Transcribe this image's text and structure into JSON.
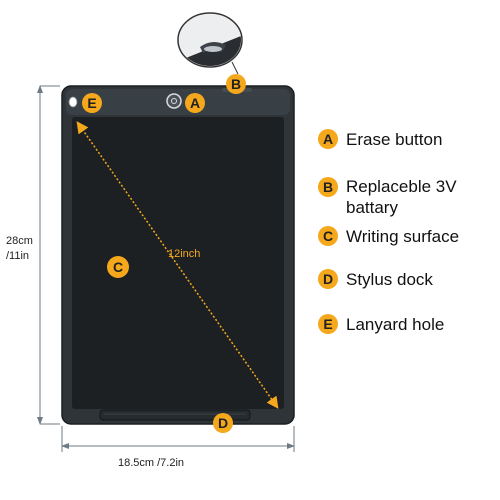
{
  "colors": {
    "accent": "#F5A81C",
    "tablet_body": "#2E3438",
    "screen": "#1C2023",
    "dimension_line": "#6E7B85"
  },
  "dimensions": {
    "height_label": "28cm",
    "height_label_2": "/11in",
    "width_label": "18.5cm /7.2in",
    "diagonal_label": "12inch"
  },
  "markers": {
    "A": "A",
    "B": "B",
    "C": "C",
    "D": "D",
    "E": "E"
  },
  "legend": [
    {
      "letter": "A",
      "lines": [
        "Erase button"
      ]
    },
    {
      "letter": "B",
      "lines": [
        "Replaceble 3V",
        "battary"
      ]
    },
    {
      "letter": "C",
      "lines": [
        "Writing surface"
      ]
    },
    {
      "letter": "D",
      "lines": [
        "Stylus dock"
      ]
    },
    {
      "letter": "E",
      "lines": [
        "Lanyard hole"
      ]
    }
  ]
}
